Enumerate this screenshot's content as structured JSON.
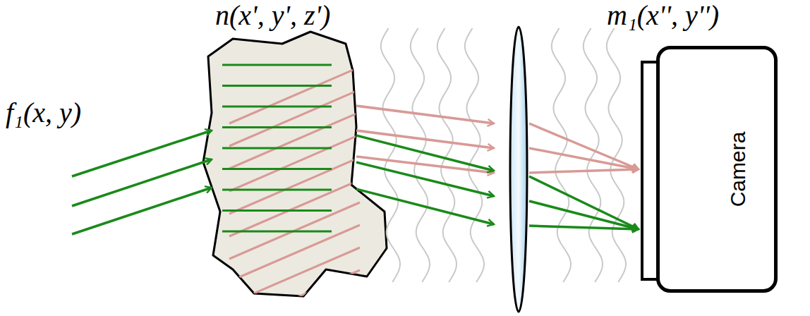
{
  "diagram": {
    "nodes": [
      {
        "text": [
          "Camera"
        ]
      }
    ],
    "labels": [
      "f₁(x, y)",
      "n(x', y', z')",
      "m₁(x'', y'')"
    ]
  }
}
